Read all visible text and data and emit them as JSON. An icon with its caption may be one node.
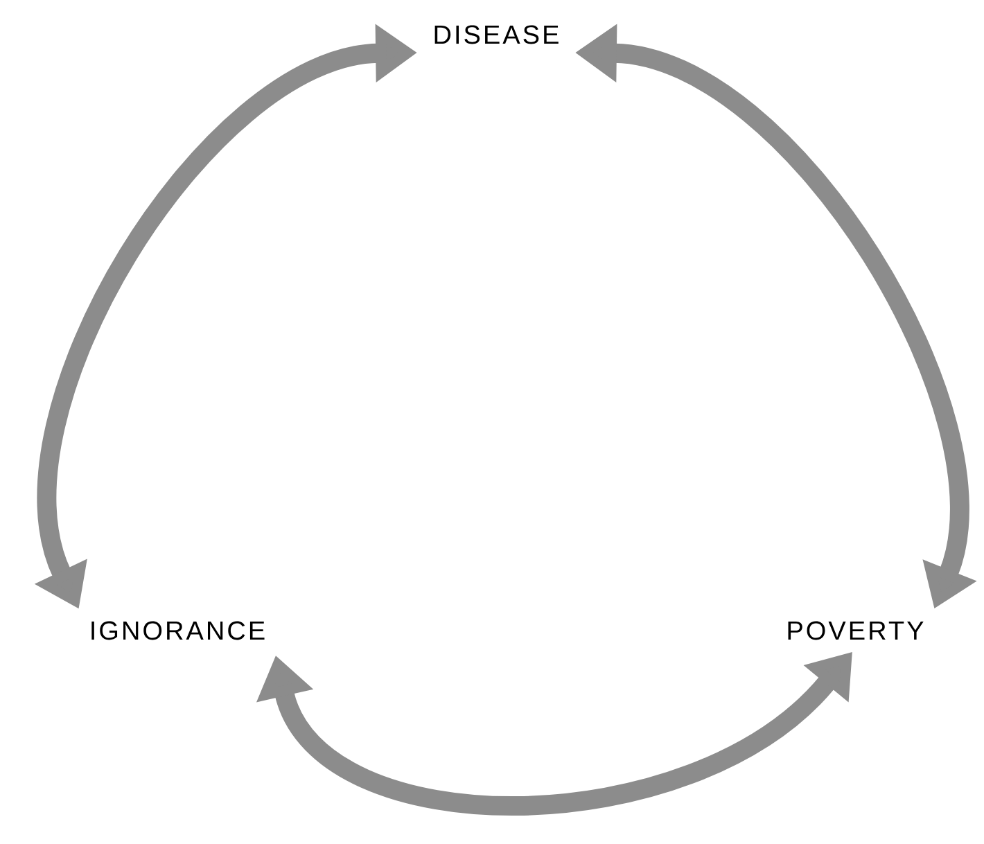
{
  "diagram": {
    "nodes": [
      {
        "text": [
          "DISEASE"
        ]
      },
      {
        "text": [
          "IGNORANCE"
        ]
      },
      {
        "text": [
          "POVERTY"
        ]
      }
    ],
    "edges": [
      {
        "from": 0,
        "to": 1,
        "arrow": "both"
      },
      {
        "from": 0,
        "to": 2,
        "arrow": "both"
      },
      {
        "from": 1,
        "to": 2,
        "arrow": "both"
      }
    ]
  }
}
